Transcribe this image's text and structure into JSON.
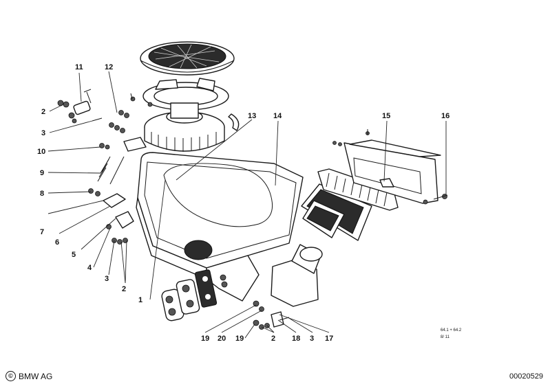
{
  "callouts": {
    "c1": "1",
    "c2a": "2",
    "c2b": "2",
    "c2c": "2",
    "c3a": "3",
    "c3b": "3",
    "c3c": "3",
    "c4": "4",
    "c5": "5",
    "c6": "6",
    "c7": "7",
    "c8": "8",
    "c9": "9",
    "c10": "10",
    "c11": "11",
    "c12": "12",
    "c13": "13",
    "c14": "14",
    "c15": "15",
    "c16": "16",
    "c17": "17",
    "c18": "18",
    "c19a": "19",
    "c19b": "19",
    "c20": "20"
  },
  "note": {
    "line1": "64.1 + 64.2",
    "line2": "8/ 11"
  },
  "footer": {
    "copyright_symbol": "©",
    "brand": "BMW AG",
    "doc_number": "00020529"
  }
}
